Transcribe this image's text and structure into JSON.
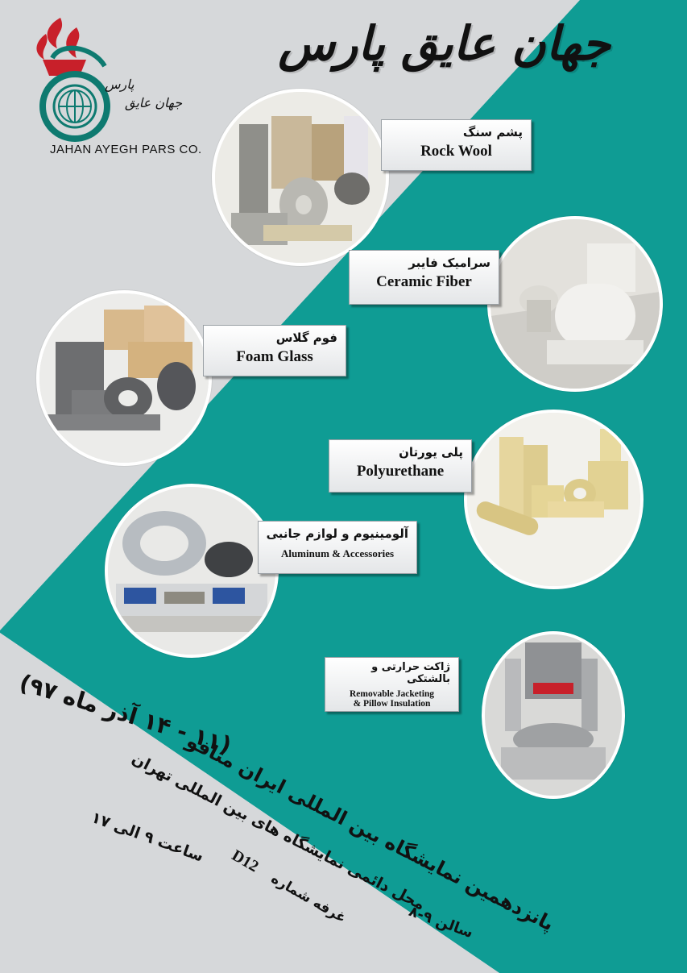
{
  "colors": {
    "teal": "#0f9c94",
    "gray_bg": "#d6d8da",
    "brand_red": "#c8202a",
    "brand_green": "#0e7a70"
  },
  "brand": {
    "title_fa": "جهان عایق پارس",
    "logo_name_en": "JAHAN AYEGH PARS CO.",
    "logo_name_fa_line1": "پارس",
    "logo_name_fa_line2": "جهان عایق"
  },
  "products": [
    {
      "name_fa": "پشم سنگ",
      "name_en": "Rock Wool",
      "icon": "rock-wool-photo"
    },
    {
      "name_fa": "سرامیک فایبر",
      "name_en": "Ceramic Fiber",
      "icon": "ceramic-fiber-photo"
    },
    {
      "name_fa": "فوم گلاس",
      "name_en": "Foam Glass",
      "icon": "foam-glass-photo"
    },
    {
      "name_fa": "پلی یورتان",
      "name_en": "Polyurethane",
      "icon": "polyurethane-photo"
    },
    {
      "name_fa": "آلومینیوم و لوازم جانبی",
      "name_en": "Aluminum & Accessories",
      "icon": "aluminum-photo"
    },
    {
      "name_fa": "ژاکت حرارتی و بالشتکی",
      "name_en_line1": "Removable Jacketing",
      "name_en_line2": "& Pillow Insulation",
      "icon": "jacketing-photo"
    }
  ],
  "exhibition": {
    "dates": "(۱۱ - ۱۴ آذر ماه ۹۷)",
    "title": "پانزدهمین نمایشگاه بین المللی ایران متافو",
    "location": "محل دائمی نمایشگاه های بین المللی تهران",
    "hours": "ساعت ۹ الی ۱۷",
    "booth_label": "غرفه شماره",
    "booth_number": "D12",
    "hall": "سالن ۹-۸"
  }
}
